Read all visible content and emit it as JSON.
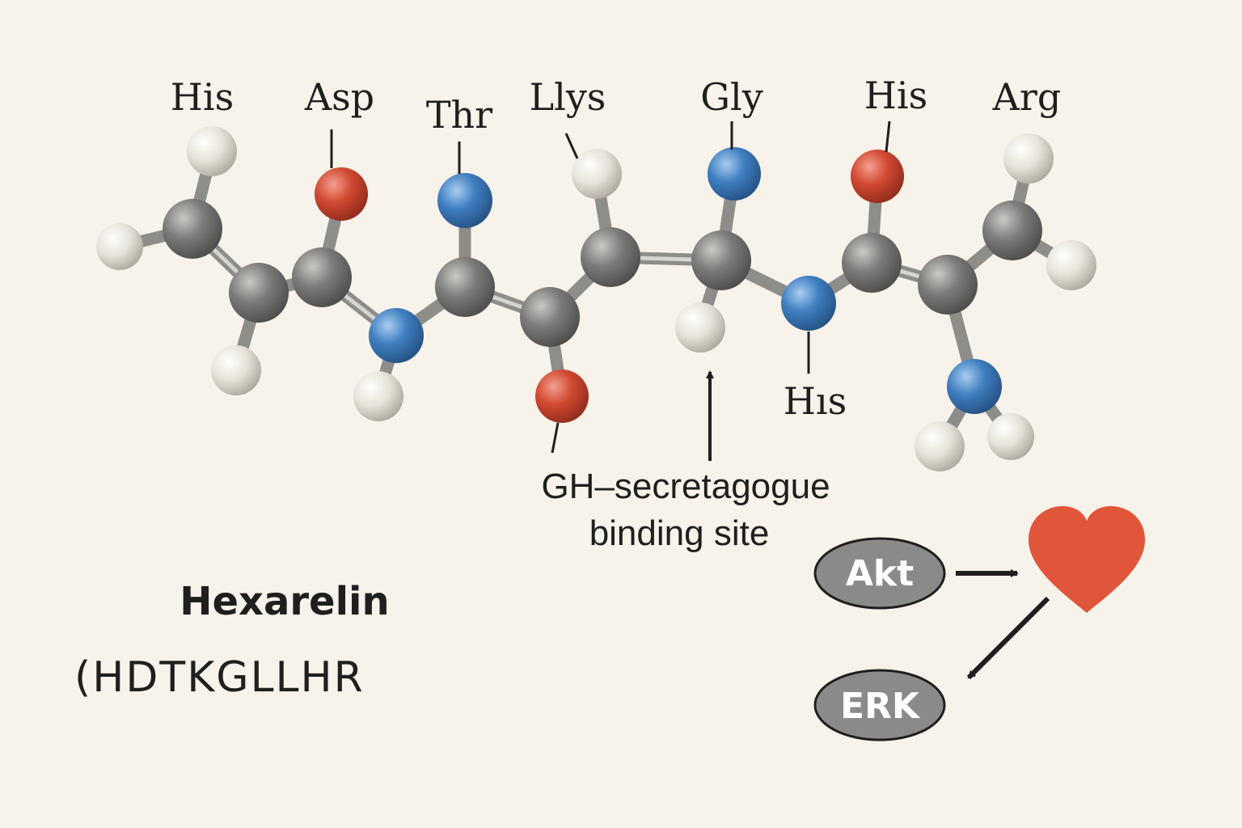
{
  "residue_labels": [
    "His",
    "Asp",
    "Thr",
    "Llys",
    "Gly",
    "His",
    "Arg"
  ],
  "lower_label": "Hıs",
  "binding_site": {
    "line1": "GH–secretagogue",
    "line2": "binding site"
  },
  "peptide": {
    "name": "Hexarelin",
    "sequence": "(HDTKGLLHR"
  },
  "pathway": {
    "node1": "Akt",
    "node2": "ERK",
    "target_icon": "heart-icon"
  },
  "colors": {
    "background": "#f7f2ea",
    "carbon": "#7a7a78",
    "hydrogen": "#e4e0d6",
    "nitrogen": "#3f7fc0",
    "oxygen": "#d24a32",
    "heart": "#e1553a",
    "node": "#8a8a88"
  },
  "atom_types": [
    "carbon",
    "hydrogen",
    "nitrogen",
    "oxygen"
  ]
}
